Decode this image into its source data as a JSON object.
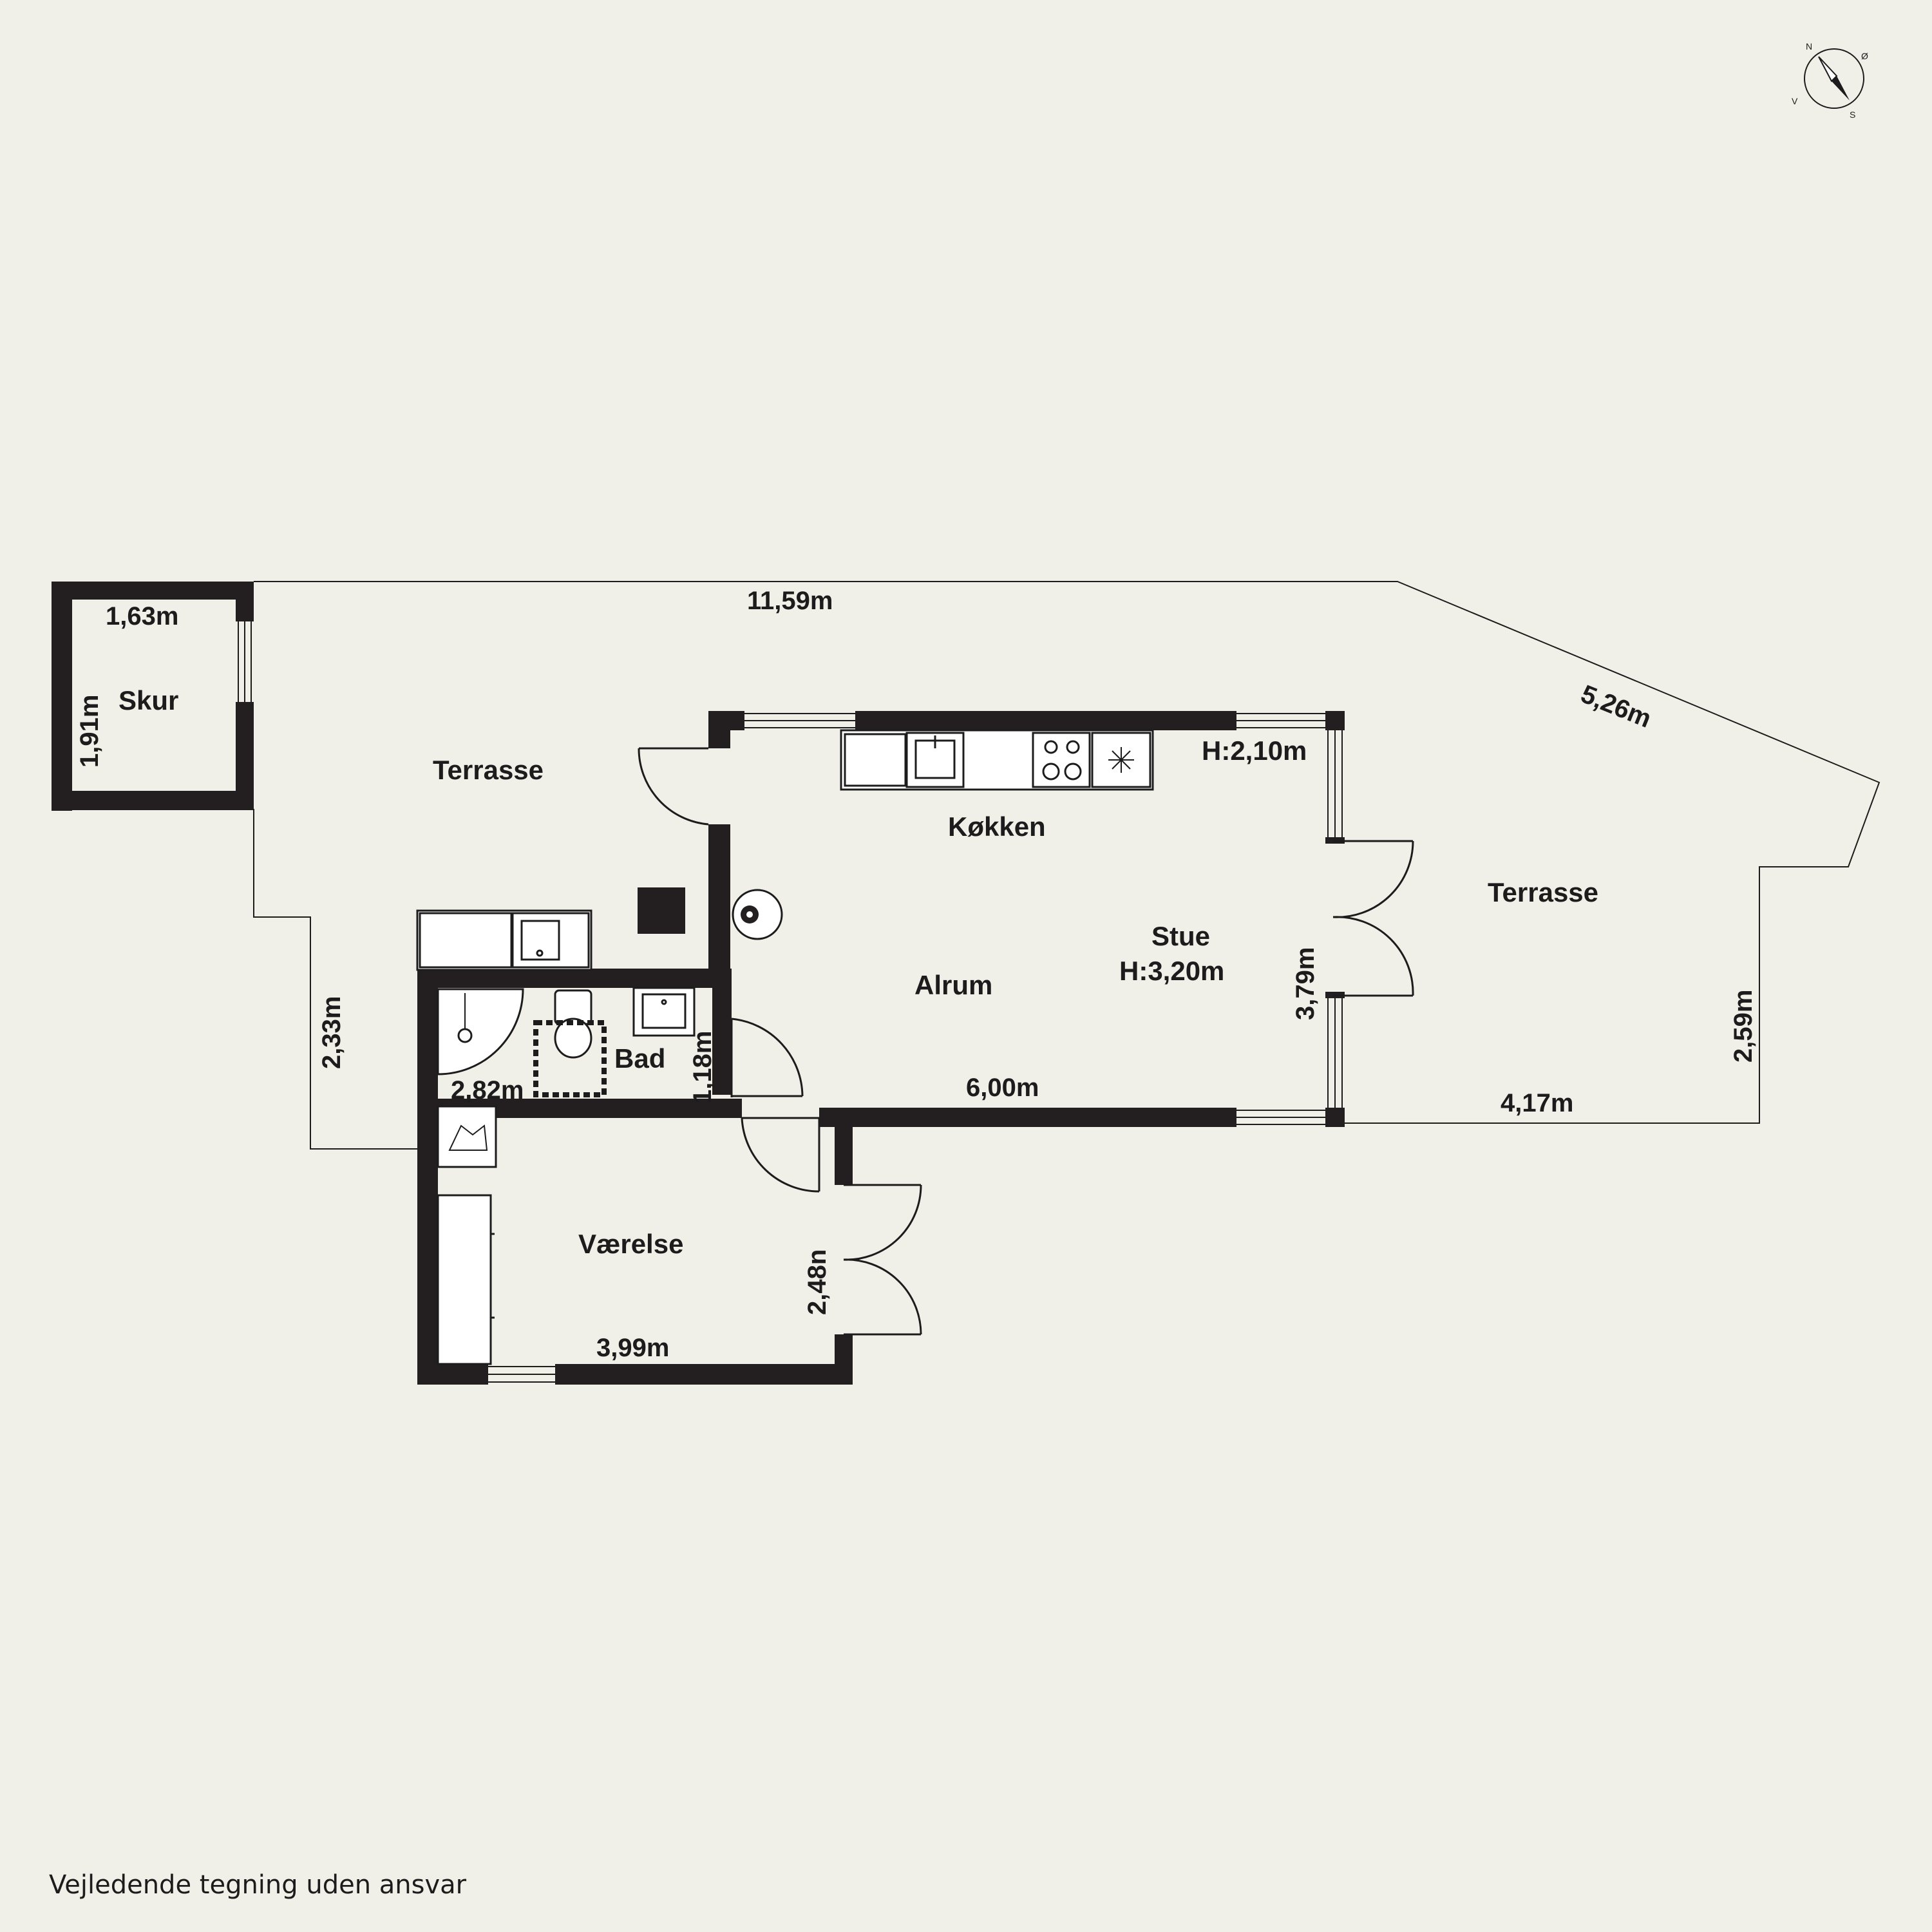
{
  "disclaimer": "Vejledende tegning uden ansvar",
  "compass": {
    "north": "N",
    "east": "Ø",
    "south": "S",
    "west": "V"
  },
  "rooms": {
    "skur": "Skur",
    "terrasse_left": "Terrasse",
    "kokken": "Køkken",
    "alrum": "Alrum",
    "stue": "Stue",
    "stue_height": "H:3,20m",
    "ceiling_height": "H:2,10m",
    "terrasse_right": "Terrasse",
    "bad": "Bad",
    "vaerelse": "Værelse"
  },
  "dimensions": {
    "skur_width": "1,63m",
    "skur_height": "1,91m",
    "top_length": "11,59m",
    "diagonal": "5,26m",
    "terrasse_left_height": "2,33m",
    "bad_width": "2,82m",
    "bad_height": "1,18m",
    "main_width": "6,00m",
    "main_height": "3,79m",
    "terrasse_right_width": "4,17m",
    "terrasse_right_height": "2,59m",
    "vaerelse_width": "3,99m",
    "vaerelse_height": "2,48n"
  },
  "colors": {
    "wall": "#231f20",
    "background": "#f0efe8",
    "line": "#1c1c1c"
  }
}
